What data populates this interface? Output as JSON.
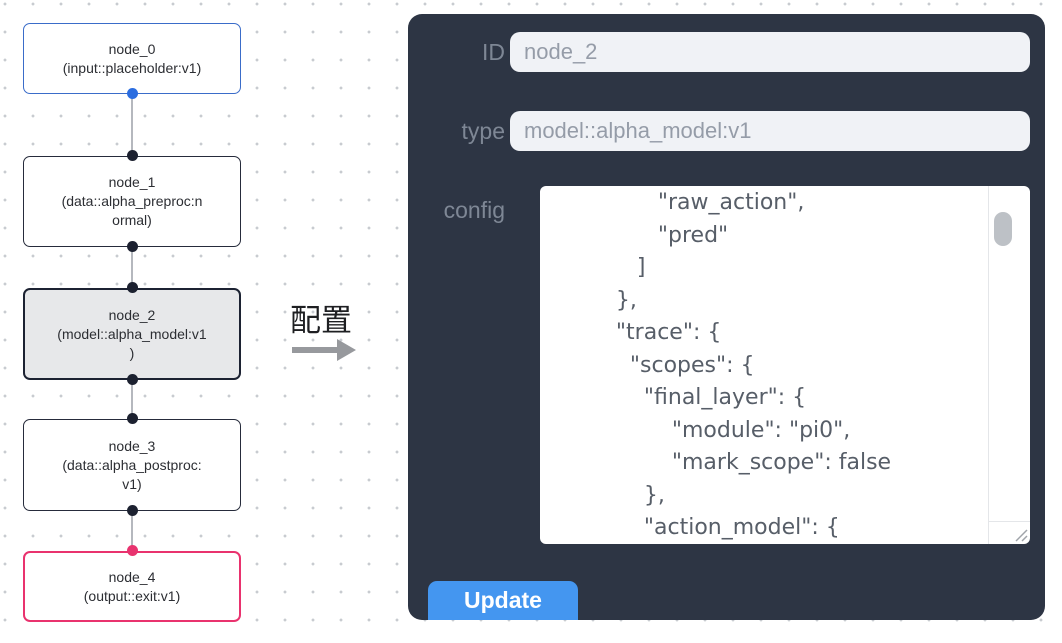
{
  "canvas": {
    "nodes": [
      {
        "label": "node_0",
        "type": "input::placeholder:v1",
        "text": "node_0\n(input::placeholder:v1)",
        "selected": false
      },
      {
        "label": "node_1",
        "type": "data::alpha_preproc:normal",
        "text": "node_1\n(data::alpha_preproc:n\normal)",
        "selected": false
      },
      {
        "label": "node_2",
        "type": "model::alpha_model:v1",
        "text": "node_2\n(model::alpha_model:v1\n)",
        "selected": true
      },
      {
        "label": "node_3",
        "type": "data::alpha_postproc:v1",
        "text": "node_3\n(data::alpha_postproc:\nv1)",
        "selected": false
      },
      {
        "label": "node_4",
        "type": "output::exit:v1",
        "text": "node_4\n(output::exit:v1)",
        "selected": false
      }
    ],
    "colors": {
      "input_node_border": "#3a6cc9",
      "default_node_border": "#262b3b",
      "selected_node_bg": "#e7e8ea",
      "output_node_border": "#e9326e",
      "port_blue": "#2b6de0",
      "port_dark": "#1c2130",
      "port_pink": "#e8336f"
    }
  },
  "annotation": {
    "label": "配置"
  },
  "panel": {
    "bg_color": "#2d3544",
    "button_color": "#4496f0",
    "fields": [
      {
        "label": "ID",
        "value": "node_2"
      },
      {
        "label": "type",
        "value": "model::alpha_model:v1"
      }
    ],
    "config_label": "config",
    "config_text": "                \"raw_action\",\n                \"pred\"\n             ]\n          },\n          \"trace\": {\n            \"scopes\": {\n              \"final_layer\": {\n                  \"module\": \"pi0\",\n                  \"mark_scope\": false\n              },\n              \"action_model\": {",
    "update_label": "Update"
  }
}
